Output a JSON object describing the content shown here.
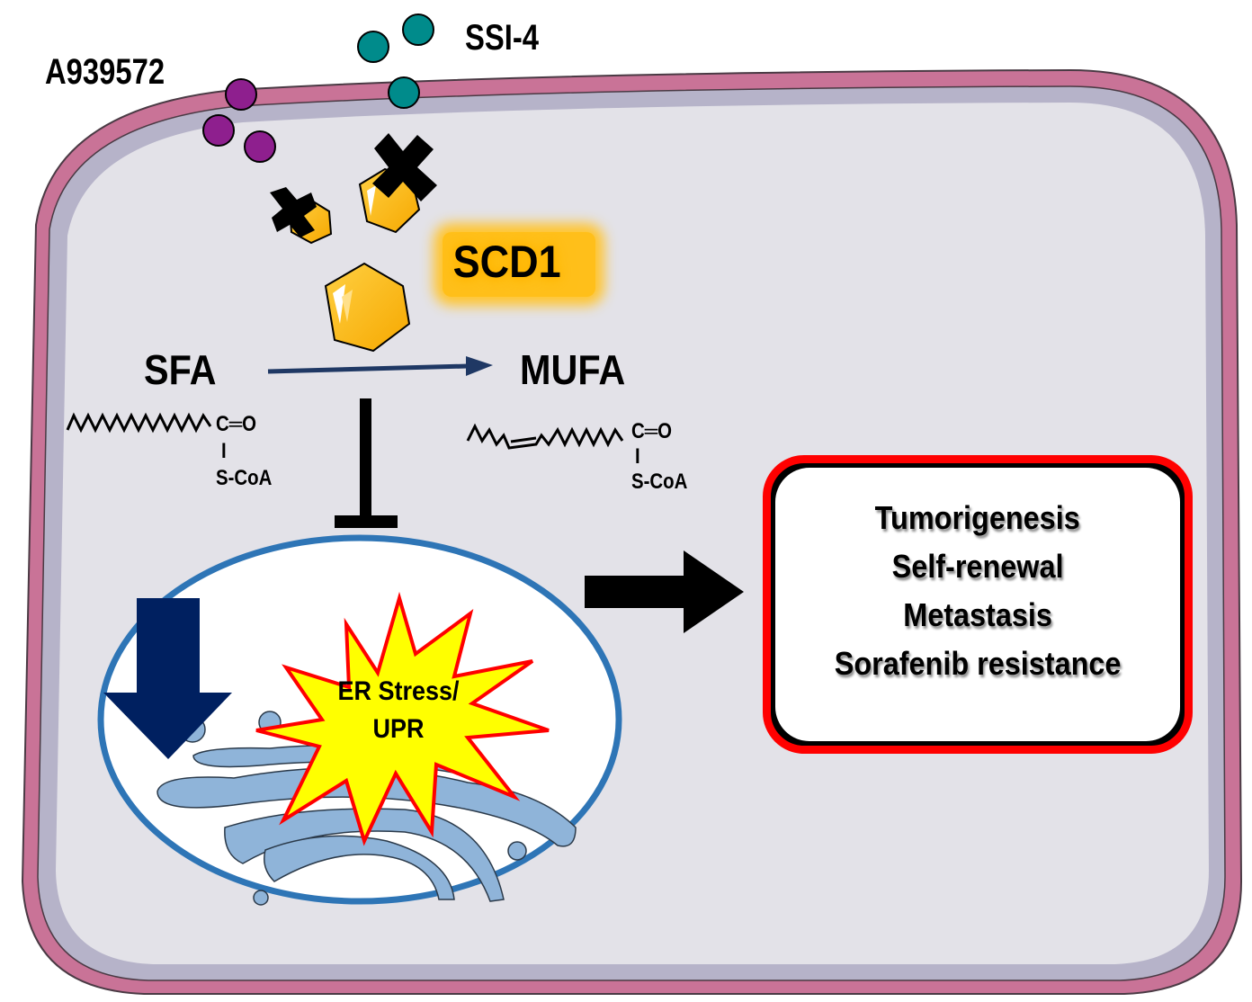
{
  "figure": {
    "title": "SCD1 inhibition pathway"
  },
  "inhibitors": [
    {
      "label": "A939572",
      "color": "#8e1f8e"
    },
    {
      "label": "SSI-4",
      "color": "#008b8b"
    }
  ],
  "enzyme": {
    "label": "SCD1",
    "color": "#fcc02a",
    "glow": "#ffb300"
  },
  "reaction": {
    "substrate": {
      "label": "SFA",
      "carbonyl": "C=O",
      "bond": "I",
      "coa": "S-CoA"
    },
    "product": {
      "label": "MUFA",
      "carbonyl": "C=O",
      "bond": "I",
      "coa": "S-CoA"
    },
    "arrow_color": "#1f3864"
  },
  "er": {
    "label_line1": "ER Stress/",
    "label_line2": "UPR",
    "effect": "decreased",
    "circle_color": "#2e75b6",
    "burst_fill": "#ffff00",
    "burst_stroke": "#ff0000",
    "down_arrow_color": "#002060"
  },
  "outcomes": {
    "items": [
      "Tumorigenesis",
      "Self-renewal",
      "Metastasis",
      "Sorafenib resistance"
    ],
    "border_color": "#ff0000"
  },
  "cell": {
    "membrane_outer": "#c97397",
    "membrane_inner": "#b6b3c9",
    "cytoplasm": "#e3e2e8"
  }
}
